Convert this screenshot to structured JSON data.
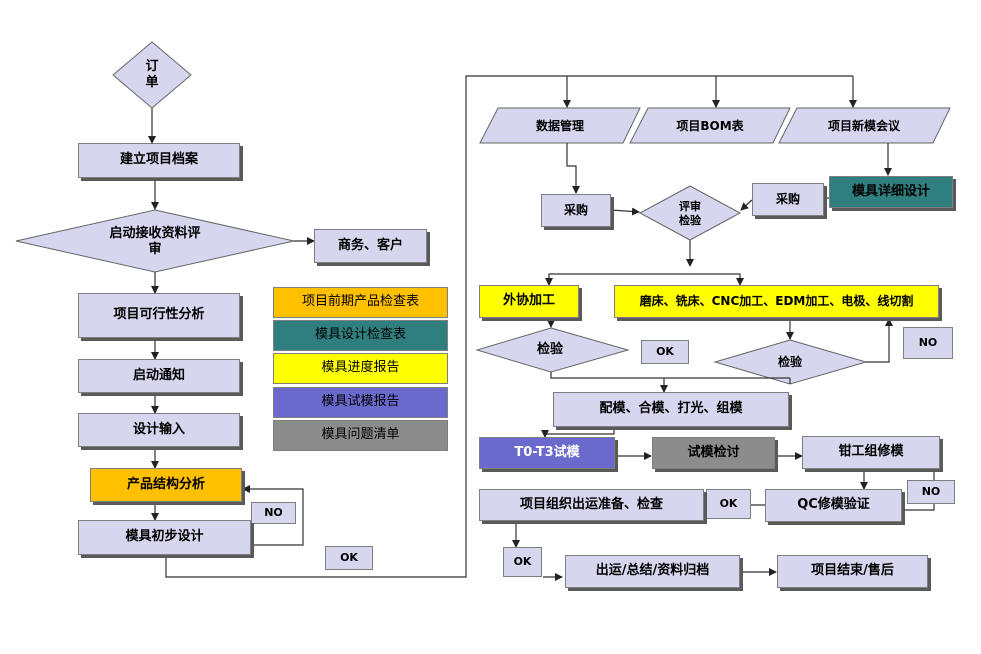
{
  "nodes": {
    "order": "订\n单",
    "build_archive": "建立项目档案",
    "start_review": "启动接收资料评\n审",
    "business_customer": "商务、客户",
    "feasibility": "项目可行性分析",
    "start_notice": "启动通知",
    "design_input": "设计输入",
    "product_structure": "产品结构分析",
    "no_1": "NO",
    "mold_initial_design": "模具初步设计",
    "ok_1": "OK",
    "data_management": "数据管理",
    "bom": "项目BOM表",
    "new_mold_meeting": "项目新模会议",
    "purchase_1": "采购",
    "review_check": "评审\n检验",
    "purchase_2": "采购",
    "detailed_design": "模具详细设计",
    "outsource": "外协加工",
    "machining": "磨床、铣床、CNC加工、EDM加工、电极、线切割",
    "inspect_1": "检验",
    "ok_2": "OK",
    "inspect_2": "检验",
    "no_2": "NO",
    "fit_mold": "配模、合模、打光、组模",
    "trial": "T0-T3试模",
    "trial_review": "试模检讨",
    "fitter_repair": "钳工组修模",
    "no_3": "NO",
    "qc_verify": "QC修模验证",
    "ok_3": "OK",
    "ship_prep": "项目组织出运准备、检查",
    "ok_4": "OK",
    "ship_archive": "出运/总结/资料归档",
    "project_end": "项目结束/售后"
  },
  "legend": {
    "items": [
      {
        "label": "项目前期产品检查表",
        "color": "#ffc000"
      },
      {
        "label": "模具设计检查表",
        "color": "#2f7f7f"
      },
      {
        "label": "模具进度报告",
        "color": "#ffff00"
      },
      {
        "label": "模具试模报告",
        "color": "#6a6acc"
      },
      {
        "label": "模具问题清单",
        "color": "#8c8c8c"
      }
    ]
  },
  "colors": {
    "box_fill": "#d6d6ef",
    "line": "#333333",
    "shadow": "#5a5a5a"
  }
}
